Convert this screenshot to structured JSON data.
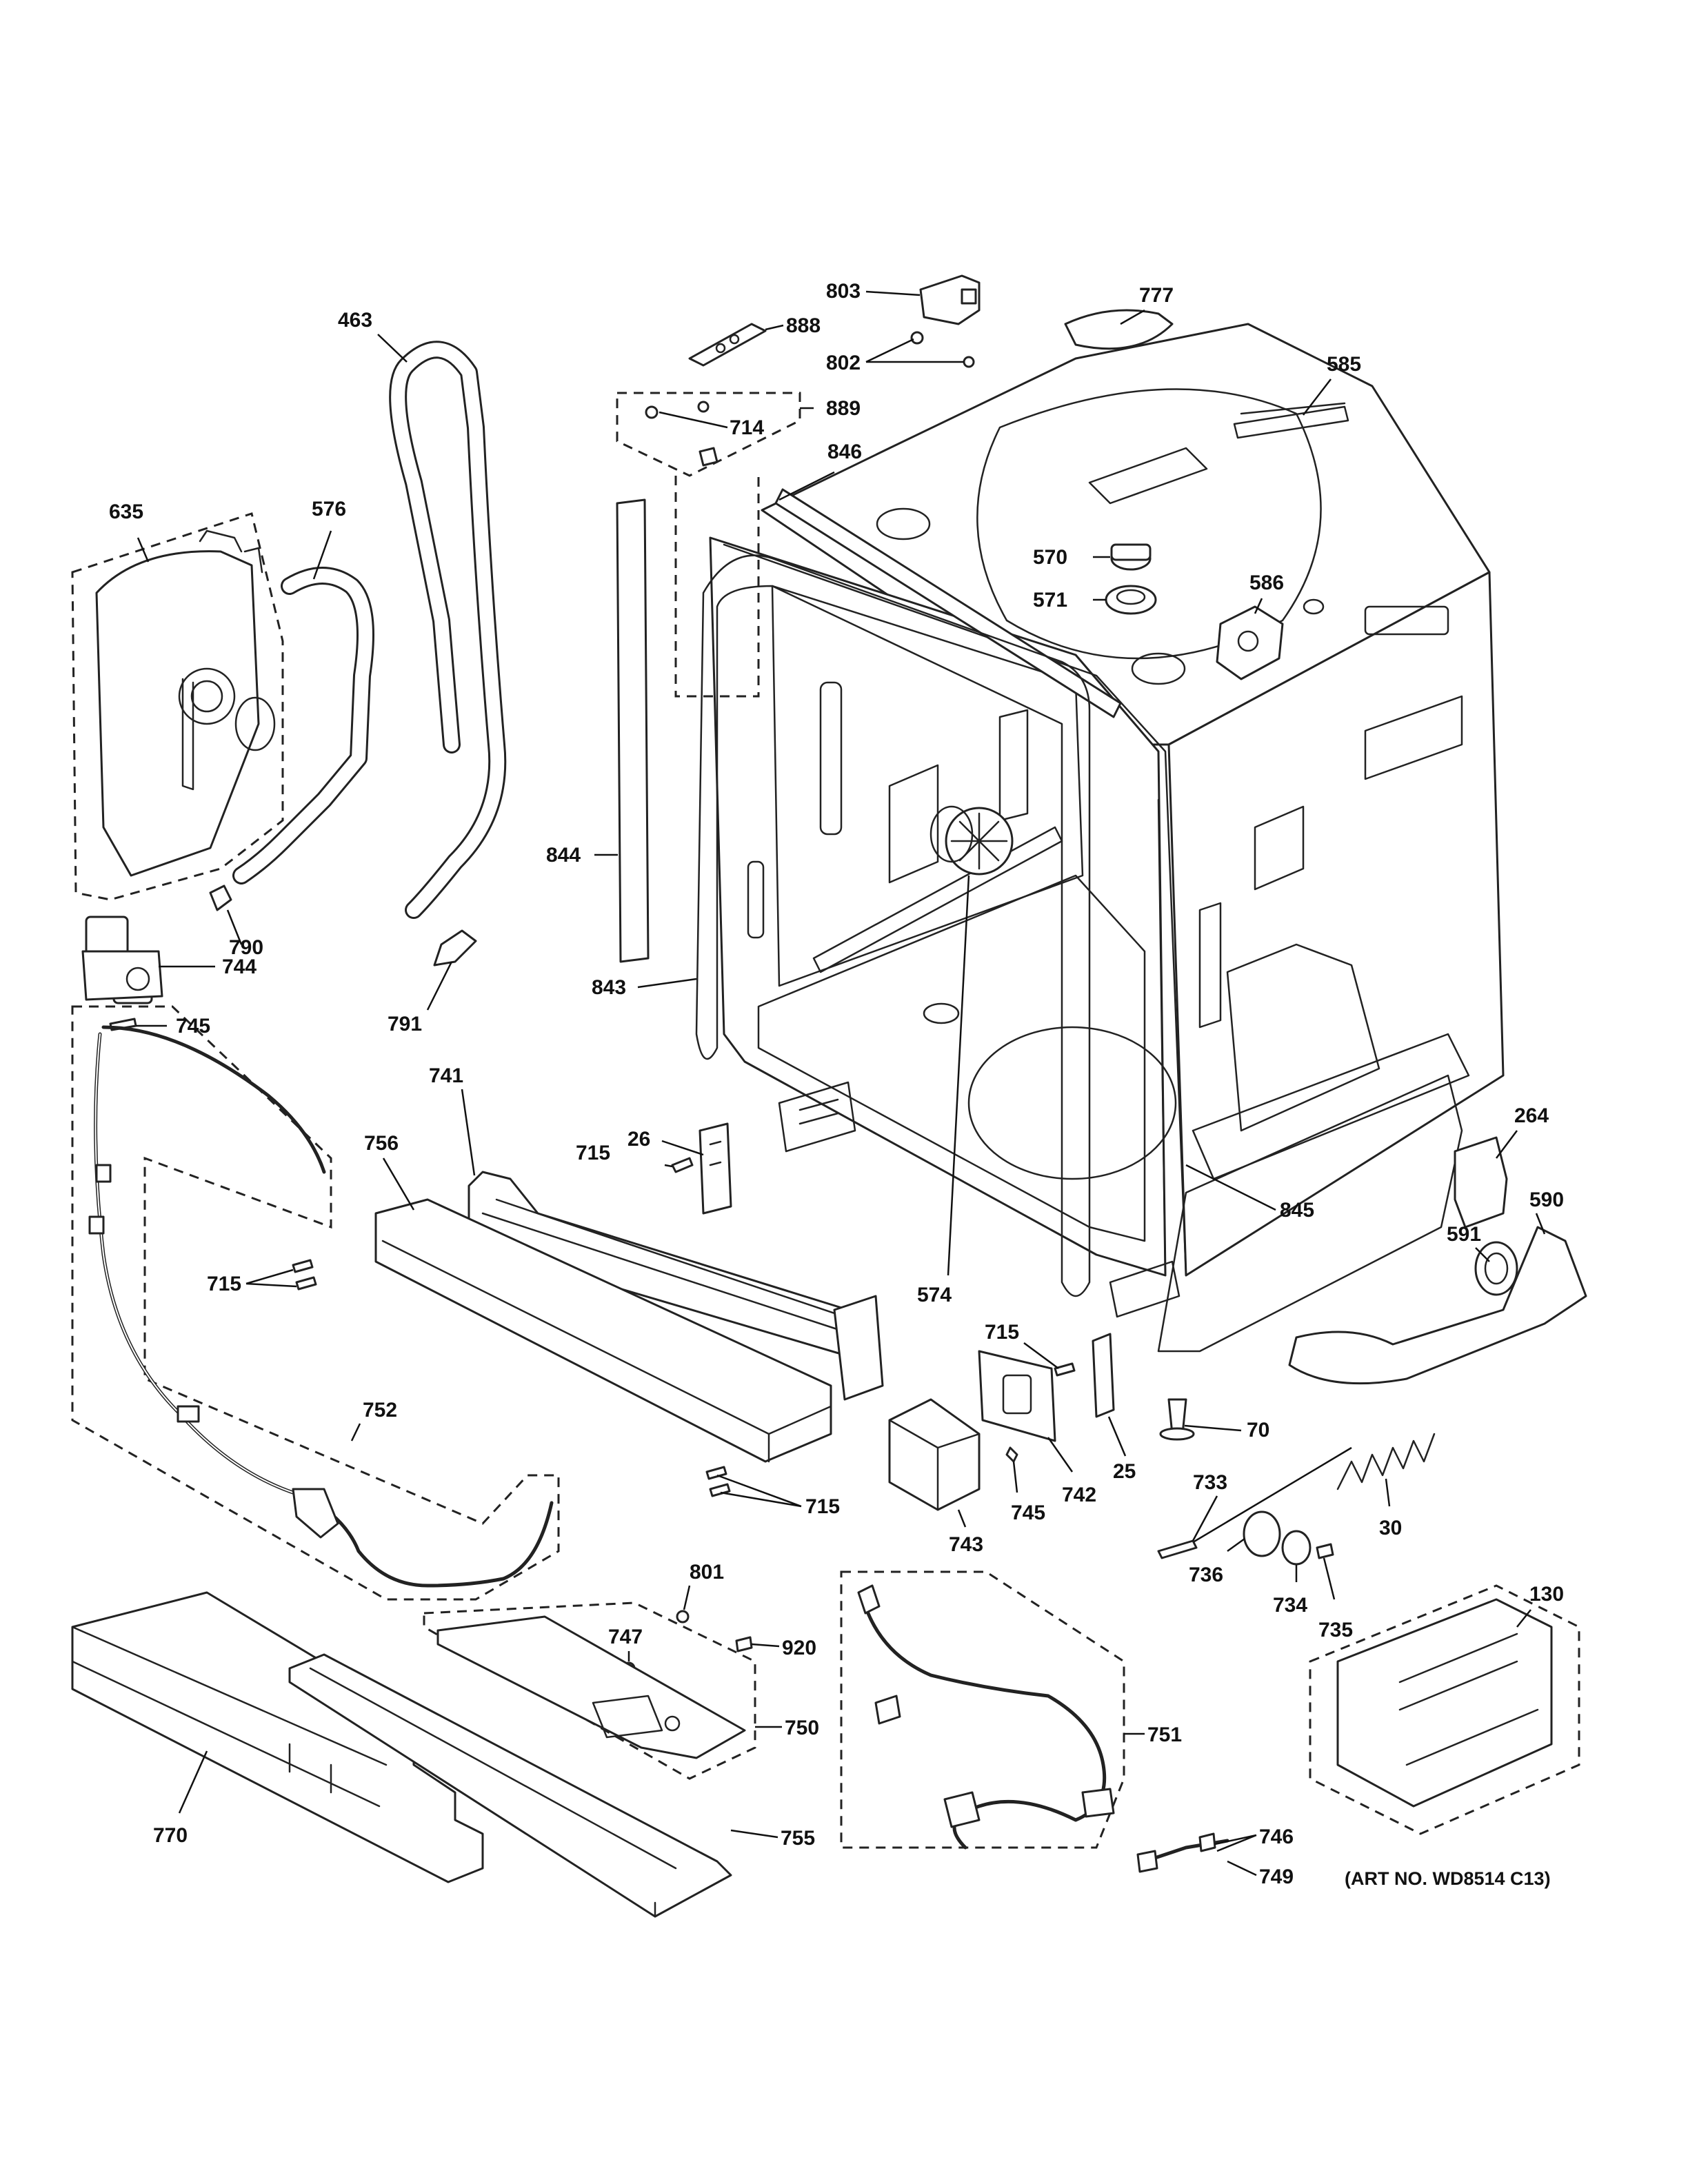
{
  "callouts": [
    {
      "id": "c803",
      "text": "803"
    },
    {
      "id": "c888",
      "text": "888"
    },
    {
      "id": "c802",
      "text": "802"
    },
    {
      "id": "c889",
      "text": "889"
    },
    {
      "id": "c714",
      "text": "714"
    },
    {
      "id": "c777",
      "text": "777"
    },
    {
      "id": "c585",
      "text": "585"
    },
    {
      "id": "c463",
      "text": "463"
    },
    {
      "id": "c846",
      "text": "846"
    },
    {
      "id": "c635",
      "text": "635"
    },
    {
      "id": "c576",
      "text": "576"
    },
    {
      "id": "c570",
      "text": "570"
    },
    {
      "id": "c571",
      "text": "571"
    },
    {
      "id": "c586",
      "text": "586"
    },
    {
      "id": "c844",
      "text": "844"
    },
    {
      "id": "c790",
      "text": "790"
    },
    {
      "id": "c744",
      "text": "744"
    },
    {
      "id": "c745a",
      "text": "745"
    },
    {
      "id": "c791",
      "text": "791"
    },
    {
      "id": "c843",
      "text": "843"
    },
    {
      "id": "c741",
      "text": "741"
    },
    {
      "id": "c264",
      "text": "264"
    },
    {
      "id": "c26",
      "text": "26"
    },
    {
      "id": "c756",
      "text": "756"
    },
    {
      "id": "c715a",
      "text": "715"
    },
    {
      "id": "c845",
      "text": "845"
    },
    {
      "id": "c591",
      "text": "591"
    },
    {
      "id": "c590",
      "text": "590"
    },
    {
      "id": "c574",
      "text": "574"
    },
    {
      "id": "c715b",
      "text": "715"
    },
    {
      "id": "c715c",
      "text": "715"
    },
    {
      "id": "c70",
      "text": "70"
    },
    {
      "id": "c752",
      "text": "752"
    },
    {
      "id": "c742",
      "text": "742"
    },
    {
      "id": "c25",
      "text": "25"
    },
    {
      "id": "c733",
      "text": "733"
    },
    {
      "id": "c715d",
      "text": "715"
    },
    {
      "id": "c745b",
      "text": "745"
    },
    {
      "id": "c30",
      "text": "30"
    },
    {
      "id": "c743",
      "text": "743"
    },
    {
      "id": "c736",
      "text": "736"
    },
    {
      "id": "c734",
      "text": "734"
    },
    {
      "id": "c801",
      "text": "801"
    },
    {
      "id": "c130",
      "text": "130"
    },
    {
      "id": "c735",
      "text": "735"
    },
    {
      "id": "c747",
      "text": "747"
    },
    {
      "id": "c920",
      "text": "920"
    },
    {
      "id": "c750",
      "text": "750"
    },
    {
      "id": "c751",
      "text": "751"
    },
    {
      "id": "c770",
      "text": "770"
    },
    {
      "id": "c755",
      "text": "755"
    },
    {
      "id": "c746",
      "text": "746"
    },
    {
      "id": "c749",
      "text": "749"
    }
  ],
  "art_number": "(ART NO. WD8514 C13)"
}
